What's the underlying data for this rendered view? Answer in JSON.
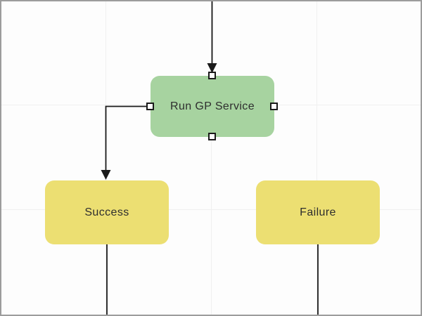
{
  "window": {
    "background": "#fdfdfd",
    "border_color": "#9c9c9c"
  },
  "grid": {
    "color": "#f0f0f0"
  },
  "connector_color": "#1a1a1a",
  "selection_handle": {
    "fill": "#ffffff",
    "border_color": "#1a1a1a"
  },
  "diagram": {
    "nodes": [
      {
        "id": "run-gp-service",
        "label": "Run GP Service",
        "fill": "#a7d3a0",
        "text_color": "#2e2e2e",
        "selected": true
      },
      {
        "id": "success",
        "label": "Success",
        "fill": "#ecdf72",
        "text_color": "#2e2e2e",
        "selected": false
      },
      {
        "id": "failure",
        "label": "Failure",
        "fill": "#ecdf72",
        "text_color": "#2e2e2e",
        "selected": false
      }
    ],
    "connectors": [
      {
        "from": "offscreen-top",
        "to": "run-gp-service-top-handle",
        "arrow": true
      },
      {
        "from": "run-gp-service-left-handle",
        "to": "success-top",
        "arrow": true
      },
      {
        "from": "success-bottom",
        "to": "offscreen-bottom",
        "arrow": false
      },
      {
        "from": "failure-bottom",
        "to": "offscreen-bottom",
        "arrow": false
      }
    ]
  }
}
